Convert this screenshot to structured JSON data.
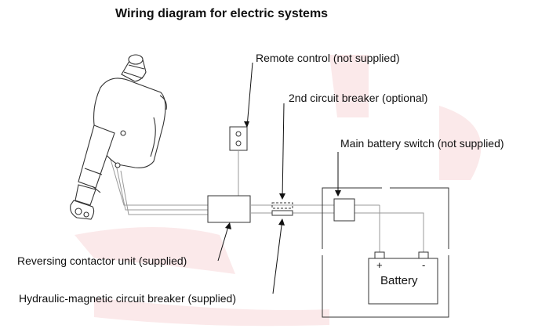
{
  "title": "Wiring diagram for electric systems",
  "labels": {
    "remote_control": "Remote control (not supplied)",
    "second_breaker": "2nd circuit breaker (optional)",
    "main_switch": "Main battery switch (not supplied)",
    "reversing_unit": "Reversing contactor unit (supplied)",
    "hydraulic_breaker": "Hydraulic-magnetic circuit breaker (supplied)"
  },
  "battery": {
    "label": "Battery",
    "positive": "+",
    "negative": "-"
  },
  "colors": {
    "line": "#222222",
    "wire": "#aaaaaa",
    "watermark": "#fbe9ea"
  }
}
